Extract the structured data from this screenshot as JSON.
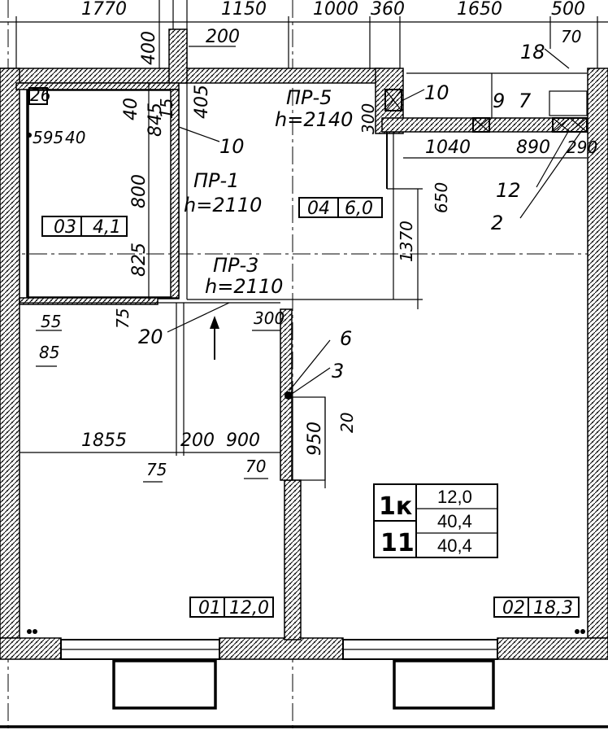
{
  "dimensions": {
    "top": [
      "1770",
      "1150",
      "1000",
      "360",
      "1650",
      "500"
    ],
    "top_inner": [
      "200",
      "400",
      "70"
    ],
    "vertical_left": [
      "40",
      "845",
      "800",
      "825",
      "75"
    ],
    "misc": [
      "15",
      "405",
      "300",
      "1040",
      "890",
      "290",
      "650",
      "1370",
      "300",
      "950",
      "20",
      "1855",
      "200",
      "900",
      "75",
      "70",
      "55",
      "85",
      "595",
      "40",
      "26"
    ]
  },
  "openings": [
    {
      "id": "ПР-5",
      "height": "h=2140"
    },
    {
      "id": "ПР-1",
      "height": "h=2110"
    },
    {
      "id": "ПР-3",
      "height": "h=2110"
    }
  ],
  "callouts": [
    "18",
    "10",
    "9",
    "7",
    "10",
    "12",
    "2",
    "20",
    "6",
    "3"
  ],
  "rooms": [
    {
      "num": "03",
      "area": "4,1"
    },
    {
      "num": "04",
      "area": "6,0"
    },
    {
      "num": "01",
      "area": "12,0"
    },
    {
      "num": "02",
      "area": "18,3"
    }
  ],
  "apartment": {
    "type": "1к",
    "number": "11",
    "living_area": "12,0",
    "total_area": "40,4",
    "area_with_balcony": "40,4"
  }
}
